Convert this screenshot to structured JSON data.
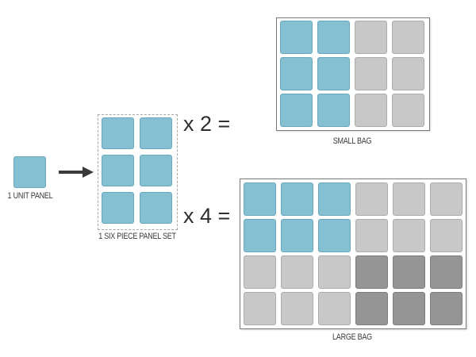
{
  "labels": {
    "unit_panel": "1 UNIT PANEL",
    "six_piece_set": "1 SIX PIECE PANEL SET",
    "small_bag": "SMALL BAG",
    "large_bag": "LARGE BAG"
  },
  "multipliers": {
    "small": "x 2 =",
    "large": "x 4 ="
  },
  "icons": {
    "arrow": "arrow-right-icon"
  },
  "colors": {
    "blue_panel": "#85c0d2",
    "light_gray_panel": "#c8c8c8",
    "dark_gray_panel": "#959595",
    "frame_border": "#7a7a7a",
    "text": "#2f2f2f"
  },
  "grids": {
    "six_piece_set": {
      "rows": [
        [
          "blue",
          "blue"
        ],
        [
          "blue",
          "blue"
        ],
        [
          "blue",
          "blue"
        ]
      ]
    },
    "small_bag": {
      "rows": [
        [
          "blue",
          "blue",
          "light",
          "light"
        ],
        [
          "blue",
          "blue",
          "light",
          "light"
        ],
        [
          "blue",
          "blue",
          "light",
          "light"
        ]
      ]
    },
    "large_bag": {
      "rows": [
        [
          "blue",
          "blue",
          "blue",
          "light",
          "light",
          "light"
        ],
        [
          "blue",
          "blue",
          "blue",
          "light",
          "light",
          "light"
        ],
        [
          "light",
          "light",
          "light",
          "dark",
          "dark",
          "dark"
        ],
        [
          "light",
          "light",
          "light",
          "dark",
          "dark",
          "dark"
        ]
      ]
    }
  }
}
